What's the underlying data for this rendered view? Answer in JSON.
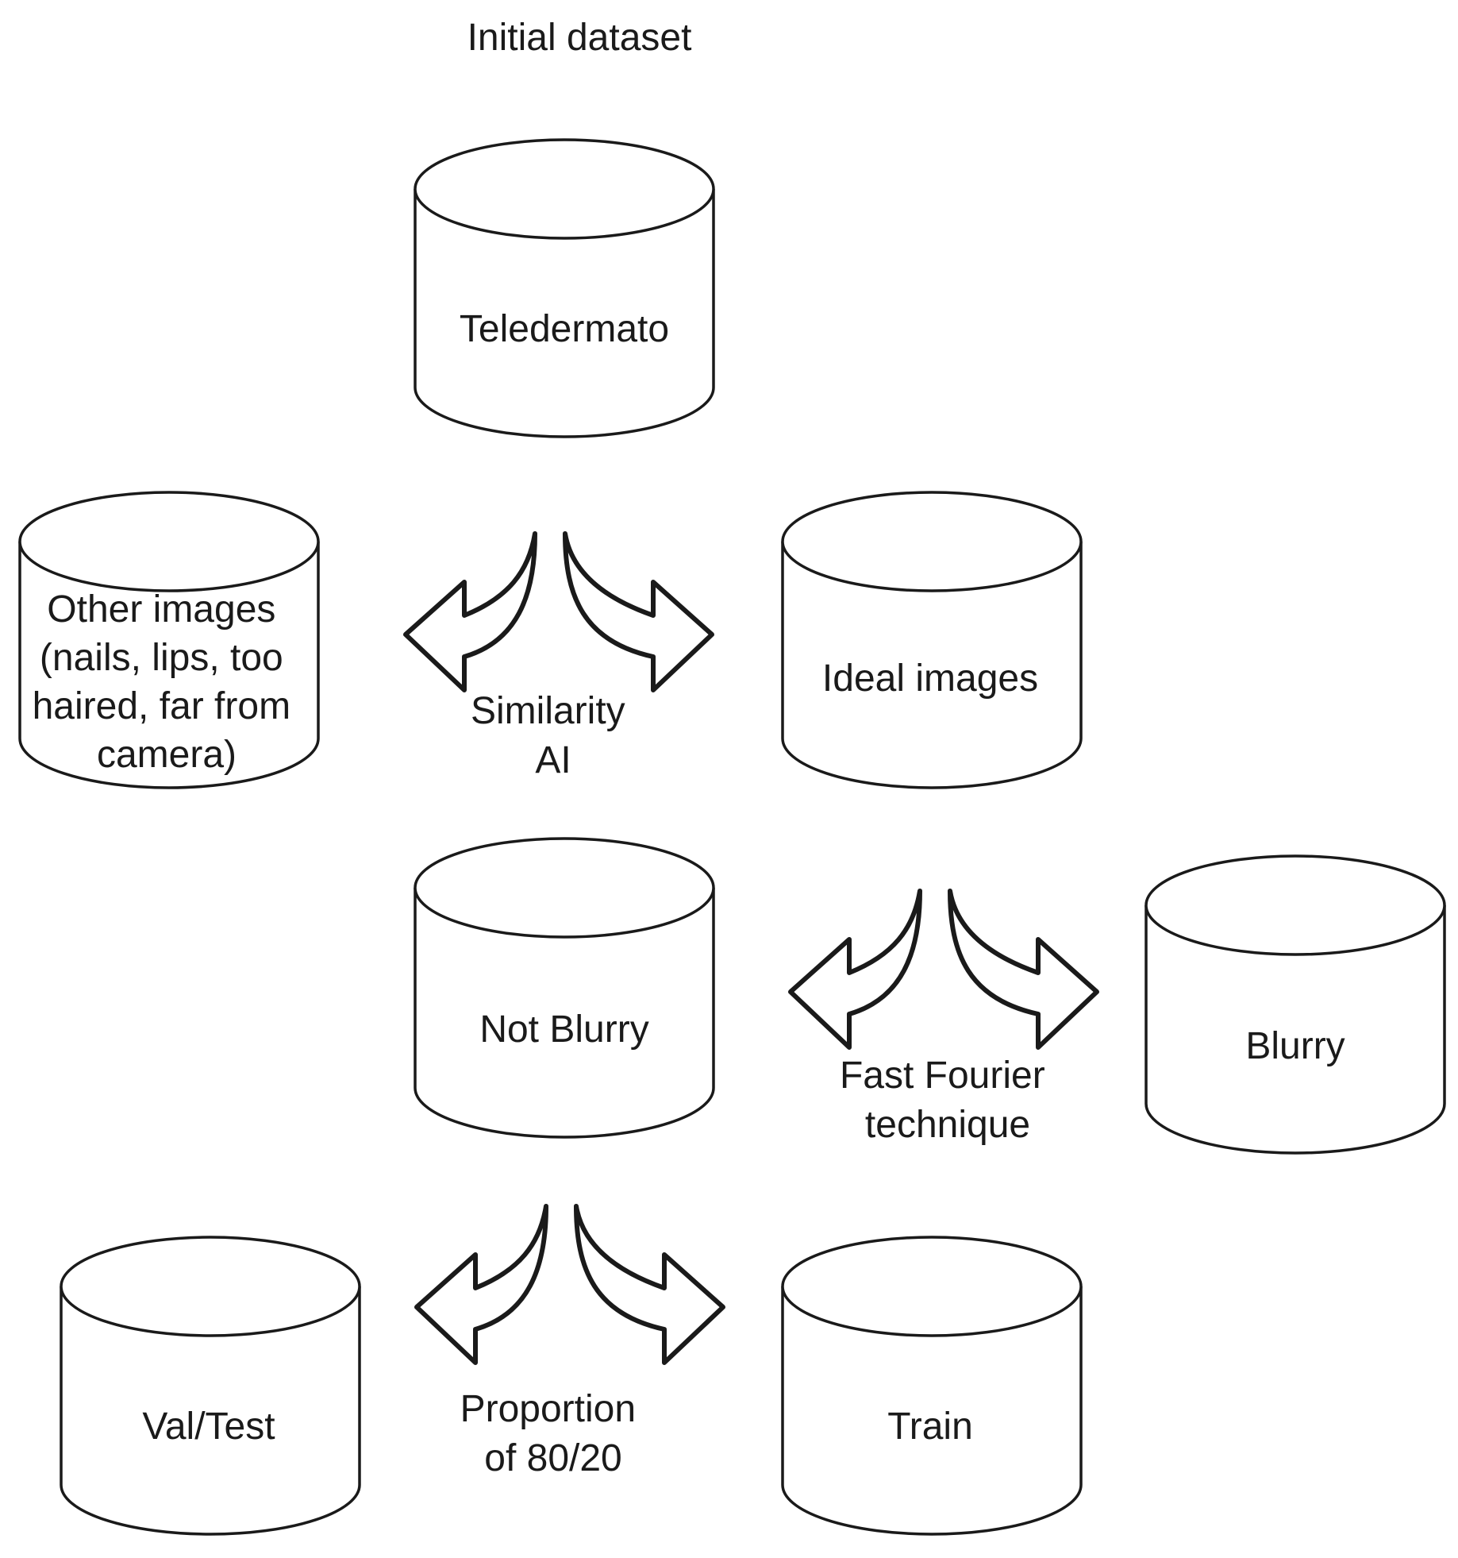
{
  "title": "Initial dataset",
  "cylinders": {
    "teledermato": [
      "Teledermato"
    ],
    "other_images": [
      "Other images",
      "(nails, lips, too",
      "haired, far from",
      "camera)"
    ],
    "ideal_images": [
      "Ideal images"
    ],
    "not_blurry": [
      "Not Blurry"
    ],
    "blurry": [
      "Blurry"
    ],
    "val_test": [
      "Val/Test"
    ],
    "train": [
      "Train"
    ]
  },
  "methods": {
    "similarity": [
      "Similarity",
      "AI"
    ],
    "fft": [
      "Fast Fourier",
      "technique"
    ],
    "proportion": [
      "Proportion",
      "of 80/20"
    ]
  }
}
